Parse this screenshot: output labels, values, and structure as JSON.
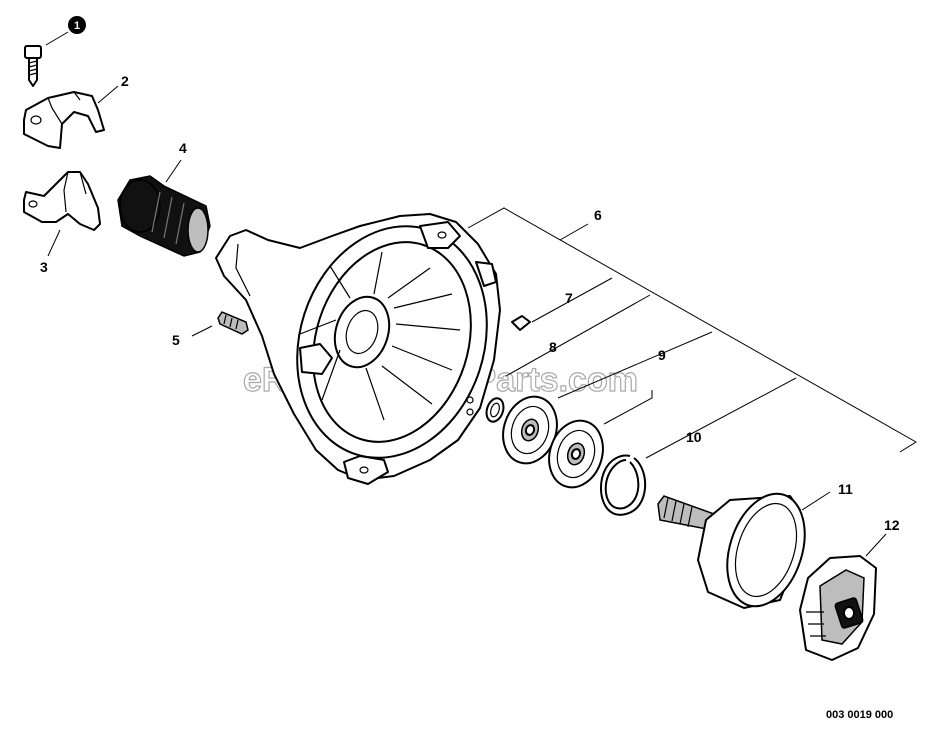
{
  "callouts": [
    "1",
    "2",
    "3",
    "4",
    "5",
    "6",
    "7",
    "8",
    "9",
    "10",
    "11",
    "12"
  ],
  "watermark": "eReplacementParts.com",
  "drawing_number": "003 0019 000"
}
